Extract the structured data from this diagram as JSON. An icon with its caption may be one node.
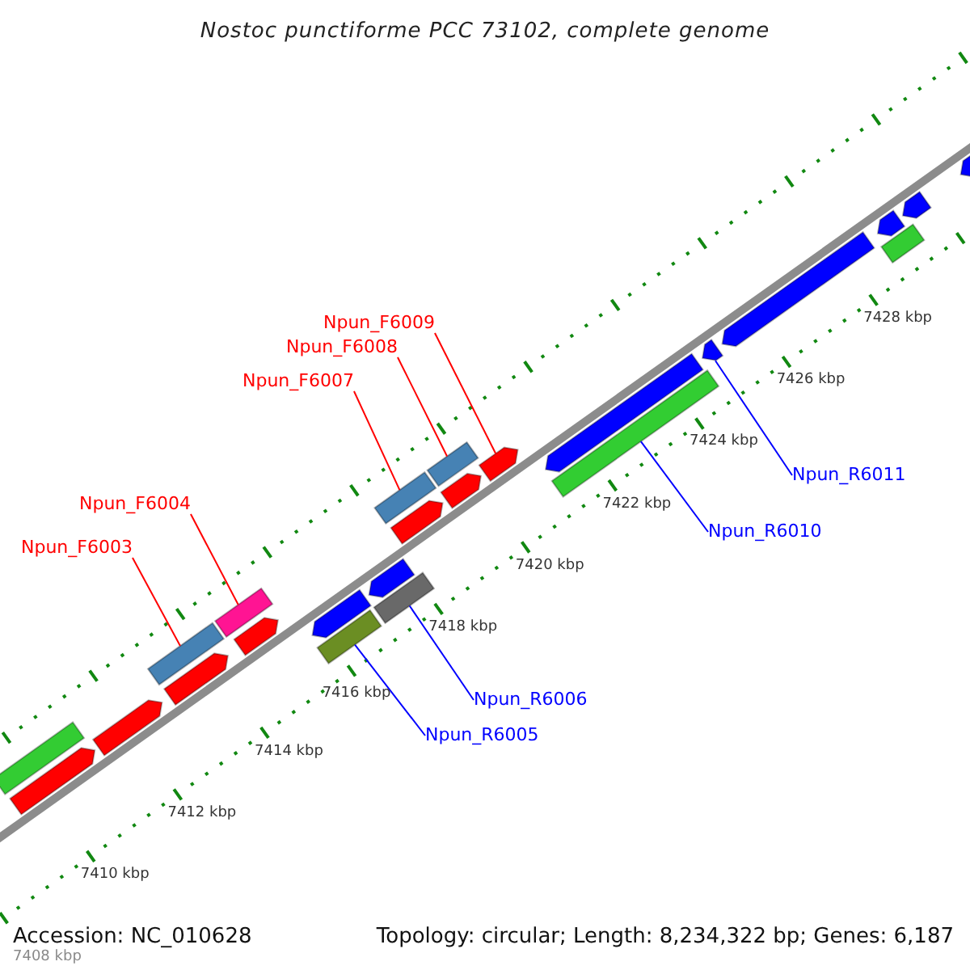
{
  "diagram": {
    "title": "Nostoc punctiforme PCC 73102, complete genome",
    "nodes": [
      {
        "text": [
          "Npun_F6009"
        ]
      },
      {
        "text": [
          "Npun_F6008"
        ]
      },
      {
        "text": [
          "Npun_F6007"
        ]
      },
      {
        "text": [
          "Npun_F6004"
        ]
      },
      {
        "text": [
          "Npun_F6003"
        ]
      },
      {
        "text": [
          "Npun_R6011"
        ]
      },
      {
        "text": [
          "Npun_R6010"
        ]
      },
      {
        "text": [
          "Npun_R6006"
        ]
      },
      {
        "text": [
          "Npun_R6005"
        ]
      },
      {
        "text": [],
        "shape": "arrow"
      },
      {
        "text": [],
        "shape": "bar"
      },
      {
        "text": [],
        "shape": "bar"
      },
      {
        "text": [],
        "shape": "bar"
      },
      {
        "text": [],
        "shape": "bar"
      },
      {
        "text": [],
        "shape": "arrow"
      },
      {
        "text": [],
        "shape": "bar"
      },
      {
        "text": [],
        "shape": "bar"
      },
      {
        "text": [],
        "shape": "bar"
      },
      {
        "text": [],
        "shape": "arrow"
      },
      {
        "text": [],
        "shape": "arrow"
      },
      {
        "text": [],
        "shape": "arrow"
      },
      {
        "text": [],
        "shape": "arrow"
      },
      {
        "text": [],
        "shape": "arrow"
      },
      {
        "text": [],
        "shape": "arrow"
      },
      {
        "text": [],
        "shape": "bar"
      },
      {
        "text": [],
        "shape": "arrow"
      },
      {
        "text": [],
        "shape": "arrow"
      },
      {
        "text": [],
        "shape": "arrow"
      },
      {
        "text": [],
        "shape": "arrow"
      },
      {
        "text": [],
        "shape": "arrow"
      },
      {
        "text": [],
        "shape": "arrow"
      },
      {
        "text": [],
        "shape": "arrow"
      },
      {
        "text": [],
        "shape": "bar"
      }
    ],
    "edges": [
      {
        "from": 0,
        "to": 9,
        "arrow": "none"
      },
      {
        "from": 1,
        "to": 10,
        "arrow": "none"
      },
      {
        "from": 2,
        "to": 11,
        "arrow": "none"
      },
      {
        "from": 3,
        "to": 12,
        "arrow": "none"
      },
      {
        "from": 4,
        "to": 13,
        "arrow": "none"
      },
      {
        "from": 5,
        "to": 14,
        "arrow": "none",
        "color": "#0000ff"
      },
      {
        "from": 6,
        "to": 15,
        "arrow": "none",
        "color": "#0000ff"
      },
      {
        "from": 7,
        "to": 16,
        "arrow": "none",
        "color": "#0000ff"
      },
      {
        "from": 8,
        "to": 17,
        "arrow": "none",
        "color": "#0000ff"
      }
    ],
    "labels": [
      "7428 kbp",
      "7426 kbp",
      "7424 kbp",
      "7422 kbp",
      "7420 kbp",
      "7418 kbp",
      "7416 kbp",
      "7414 kbp",
      "7412 kbp",
      "7410 kbp",
      "7408 kbp",
      "Accession: NC_010628",
      "Topology: circular; Length: 8,234,322 bp; Genes: 6,187"
    ]
  }
}
